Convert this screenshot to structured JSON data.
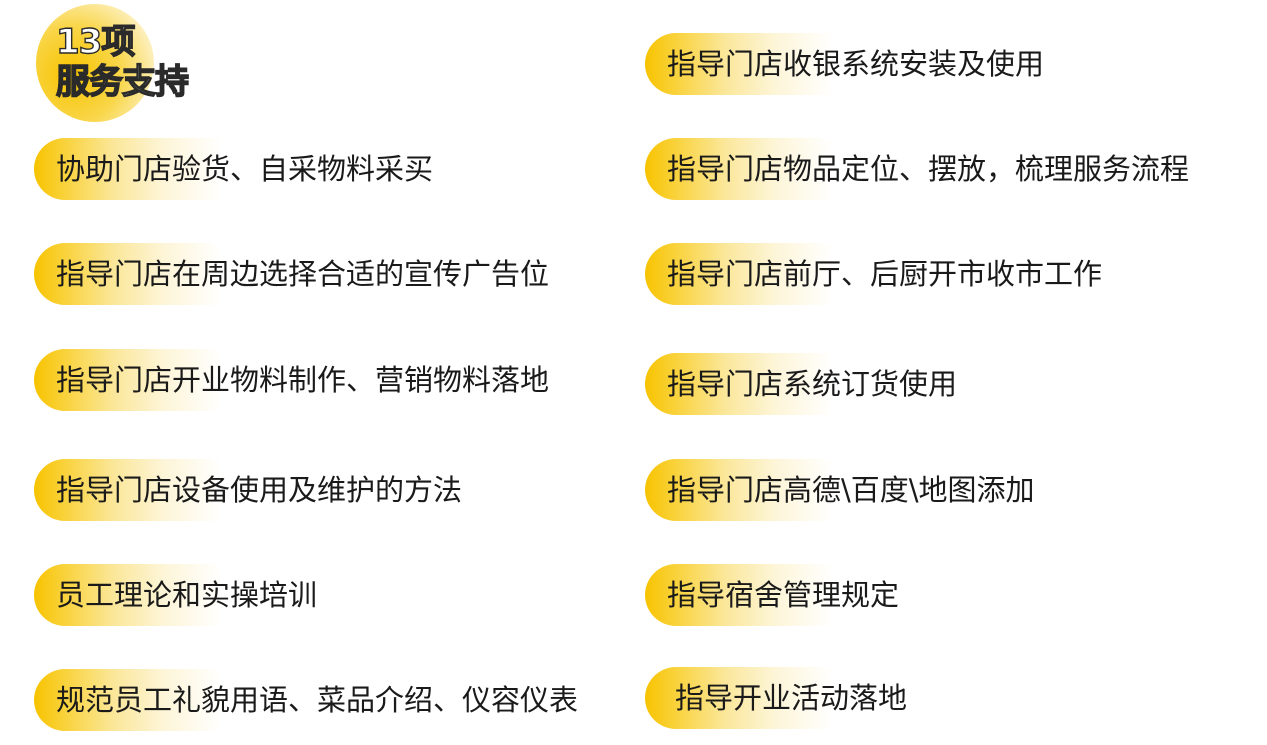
{
  "badge": {
    "line1": "13项",
    "line2": "服务支持"
  },
  "left_items": [
    "协助门店验货、自采物料采买",
    "指导门店在周边选择合适的宣传广告位",
    "指导门店开业物料制作、营销物料落地",
    "指导门店设备使用及维护的方法",
    "员工理论和实操培训",
    "规范员工礼貌用语、菜品介绍、仪容仪表"
  ],
  "right_items": [
    "指导门店收银系统安装及使用",
    "指导门店物品定位、摆放，梳理服务流程",
    "指导门店前厅、后厨开市收市工作",
    "指导门店系统订货使用",
    "指导门店高德\\百度\\地图添加",
    "指导宿舍管理规定",
    "指导开业活动落地"
  ],
  "colors": {
    "accent": "#f7c300",
    "text": "#1a1a1a"
  }
}
